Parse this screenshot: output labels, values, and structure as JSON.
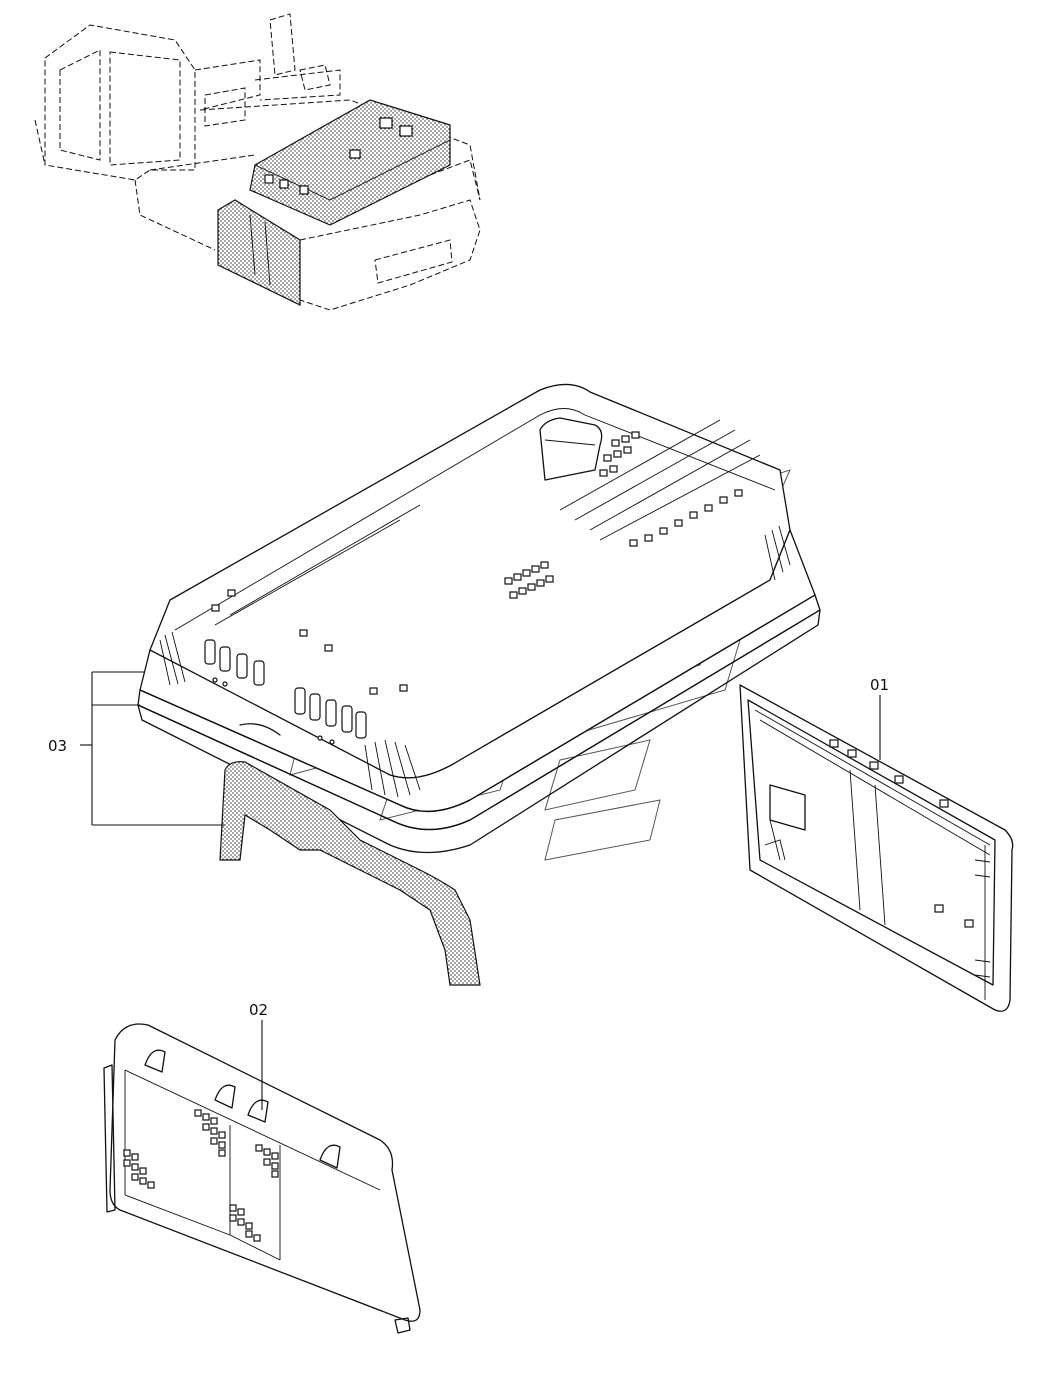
{
  "labels": {
    "part_01": "01",
    "part_02": "02",
    "part_03": "03"
  },
  "colors": {
    "line": "#111111",
    "background": "#ffffff"
  }
}
